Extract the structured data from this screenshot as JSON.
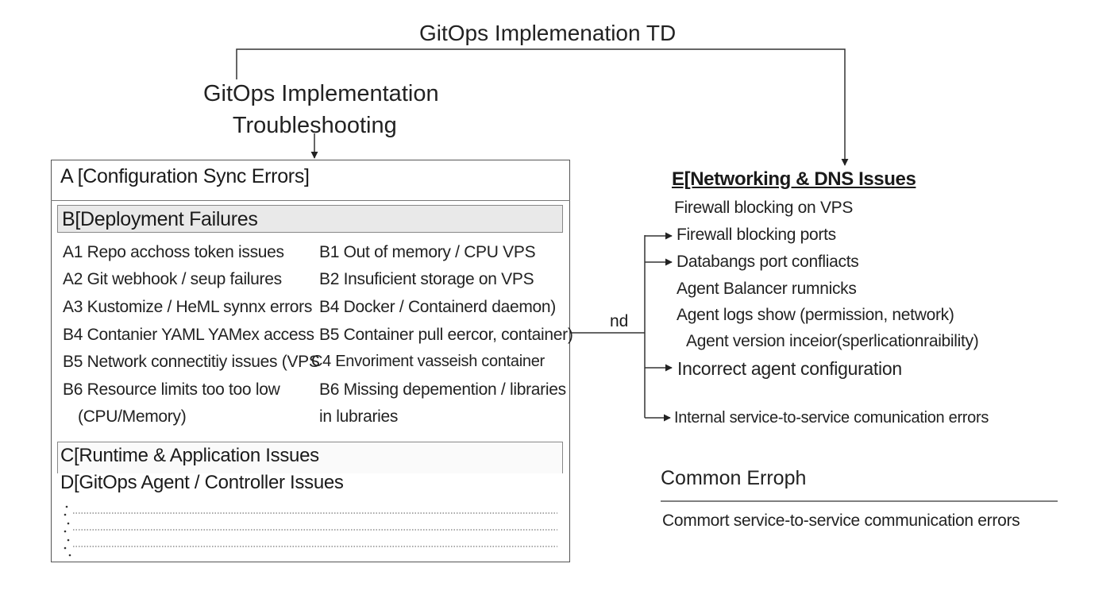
{
  "diagram": {
    "title": "GitOps Implemenation TD",
    "subtitle_line1": "GitOps Implementation",
    "subtitle_line2": "Troubleshooting",
    "section_a": "A [Configuration Sync Errors]",
    "section_b": "B[Deployment Failures",
    "left_items": [
      "A1 Repo acchoss token issues",
      "A2 Git webhook / seup failures",
      "A3 Kustomize / HeML synnx errors",
      "B4 Contanier YAML YAMex access",
      "B5 Network connectitiy issues (VPS",
      "B6 Resource limits too too low",
      "(CPU/Memory)"
    ],
    "right_items": [
      "B1 Out of memory / CPU VPS",
      "B2 Insuficient storage on VPS",
      "B4 Docker / Containerd daemon)",
      "B5 Container pull eercor, container)",
      "C4 Envoriment vasseish container",
      "B6 Missing depemention / libraries",
      "in lubraries"
    ],
    "section_c": "C[Runtime & Application Issues",
    "section_d": "D[GitOps Agent / Controller Issues",
    "section_e": "E[Networking & DNS Issues",
    "e_items": [
      "Firewall blocking on VPS",
      "Firewall blocking ports",
      "Databangs port confliacts",
      "Agent Balancer rumnicks",
      "Agent logs show (permission, network)",
      "Agent version inceior(sperlicationraibility)",
      "Incorrect agent configuration",
      "Internal service-to-service comunication errors"
    ],
    "connector_label": "nd",
    "common_title": "Common Erroph",
    "common_text": "Commort service-to-service communication errors"
  }
}
